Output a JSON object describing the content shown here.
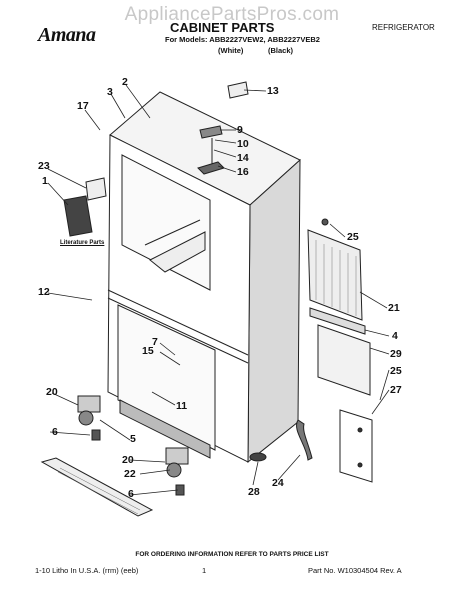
{
  "watermark": "AppliancePartsPros.com",
  "brand": "Amana",
  "title": "CABINET PARTS",
  "models_line": "For Models: ABB2227VEW2, ABB2227VEB2",
  "variant_white": "(White)",
  "variant_black": "(Black)",
  "category": "REFRIGERATOR",
  "literature_label": "Literature Parts",
  "callouts": [
    "2",
    "3",
    "17",
    "23",
    "1",
    "12",
    "13",
    "9",
    "10",
    "14",
    "16",
    "25",
    "21",
    "4",
    "29",
    "7",
    "15",
    "11",
    "20",
    "6",
    "5",
    "22",
    "28",
    "24",
    "27"
  ],
  "ordering_note": "FOR ORDERING INFORMATION REFER TO PARTS PRICE LIST",
  "footer_left": "1-10 Litho In U.S.A. (rrm) (eeb)",
  "footer_page": "1",
  "footer_right": "Part No. W10304504 Rev. A"
}
